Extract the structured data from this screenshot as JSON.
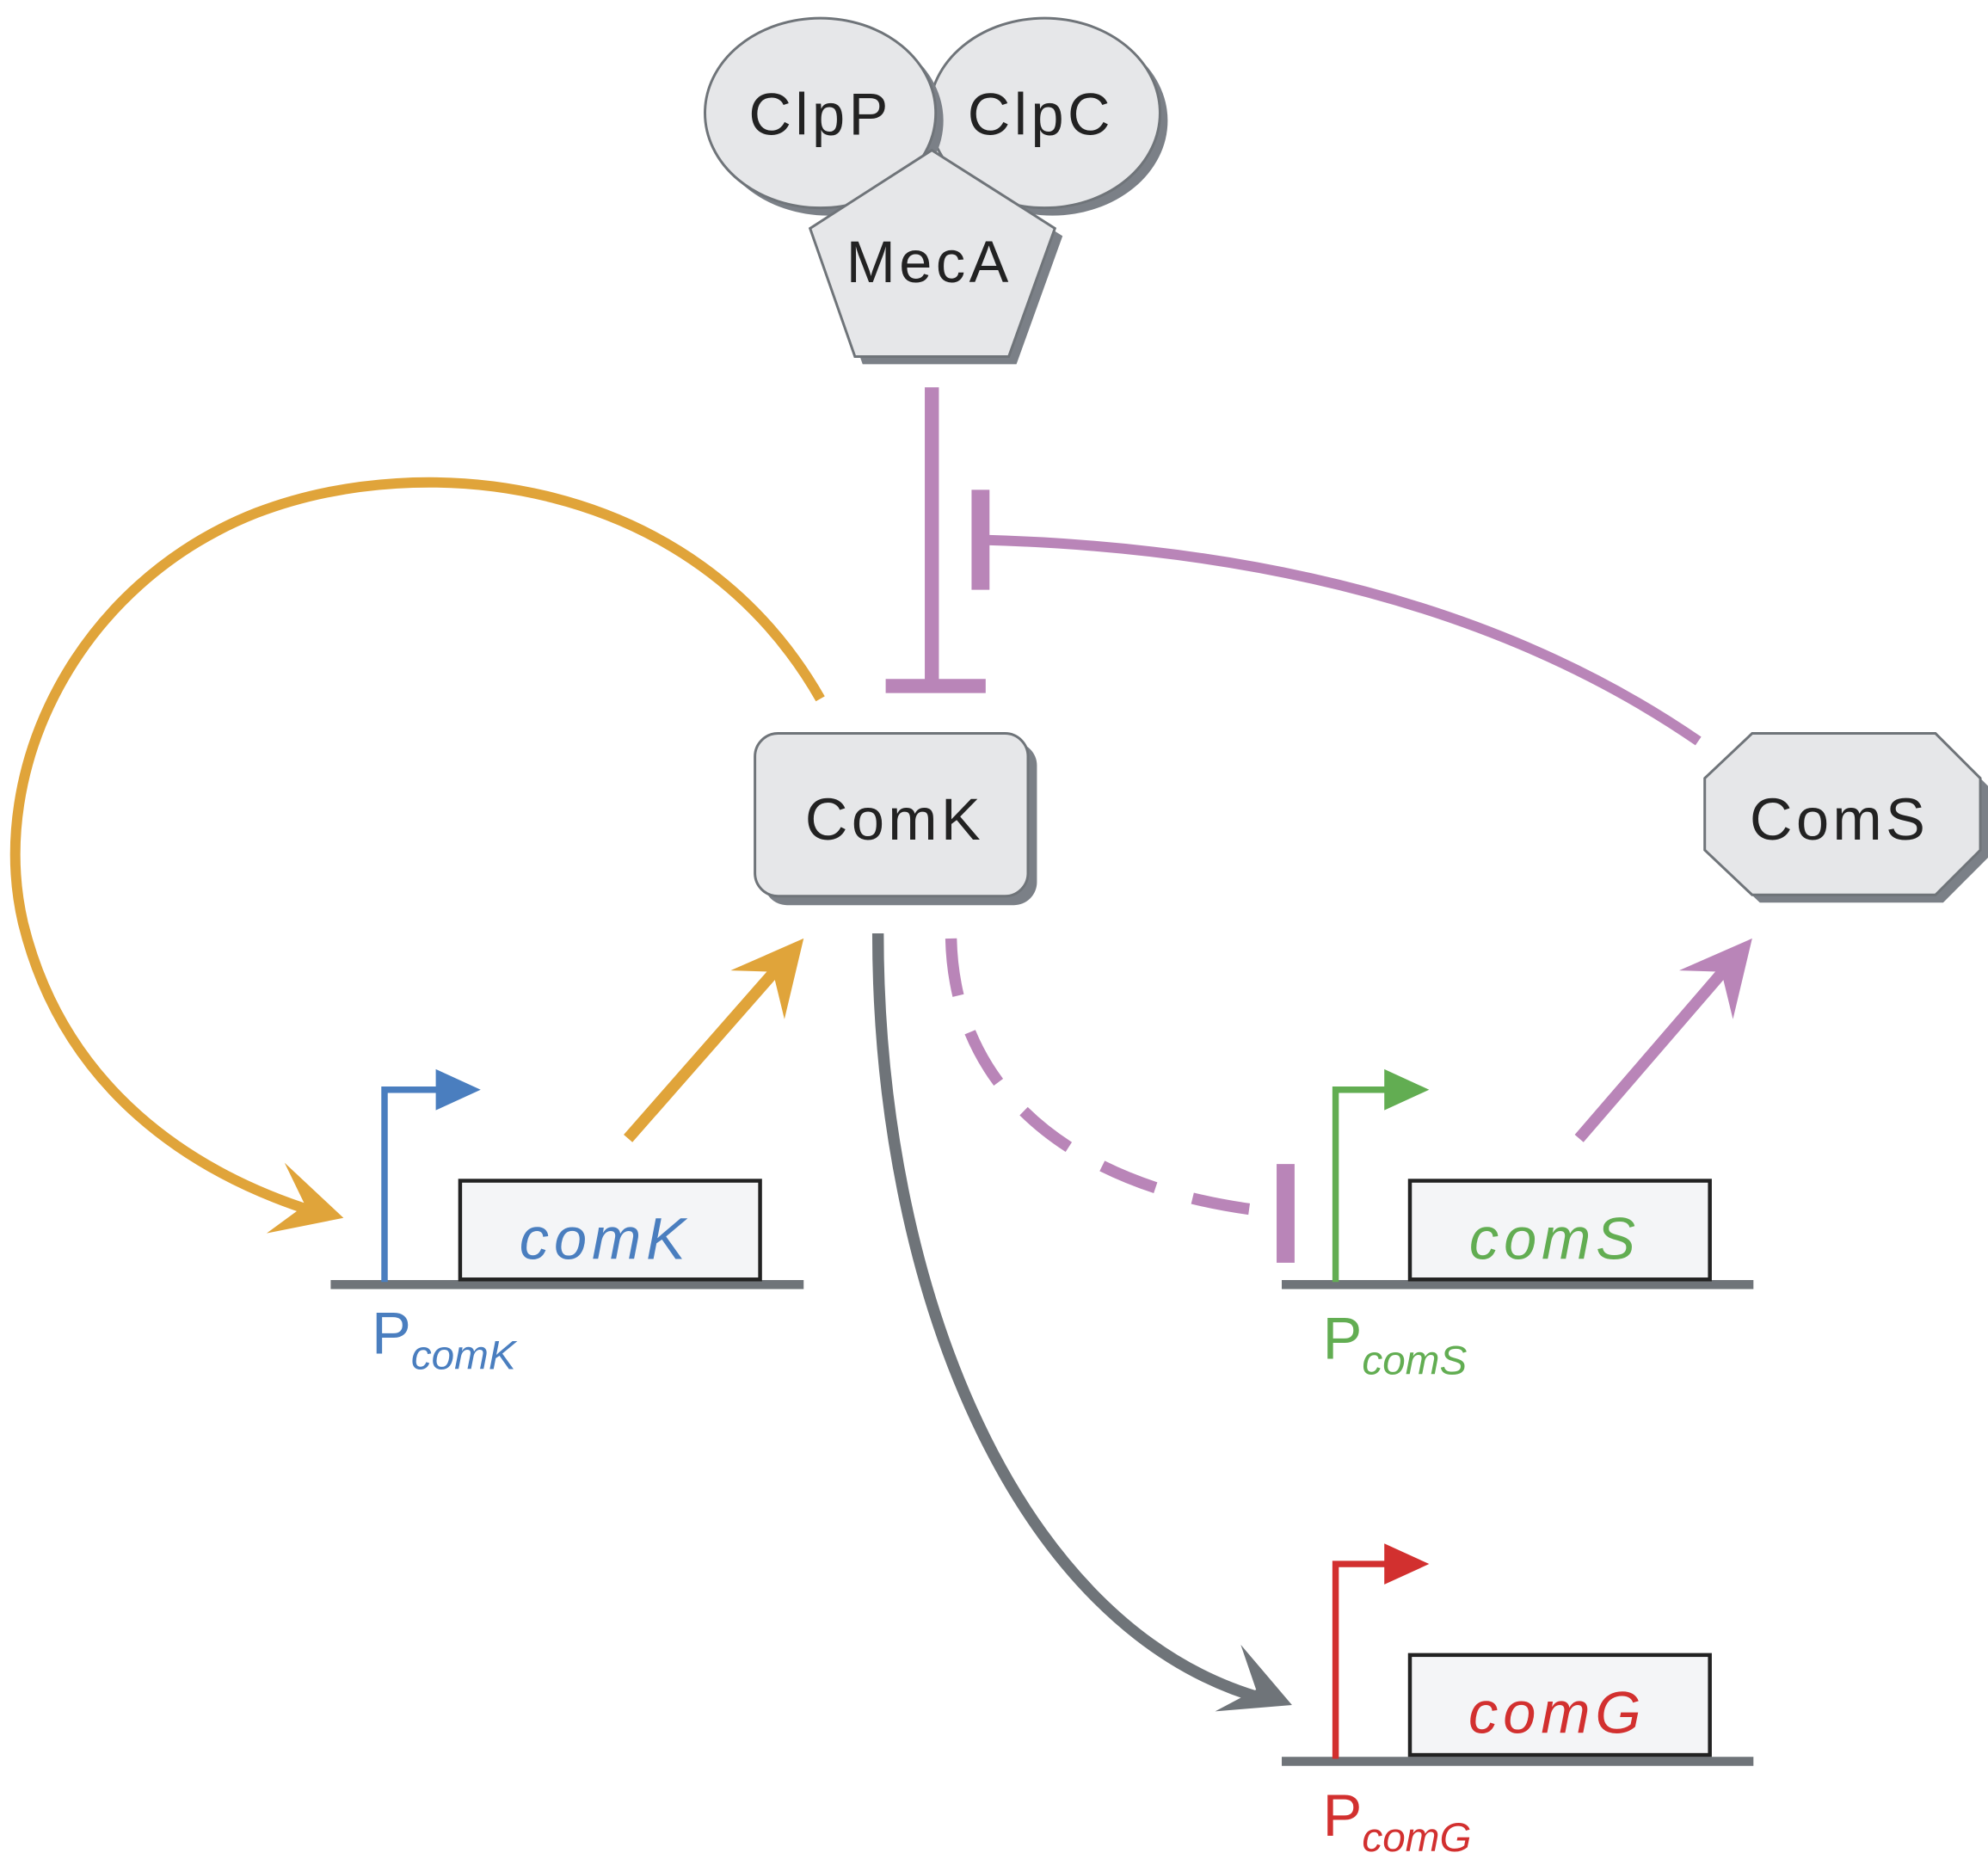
{
  "nodes": {
    "clpp": "ClpP",
    "clpc": "ClpC",
    "meca": "MecA",
    "comk_protein": "ComK",
    "coms_protein": "ComS"
  },
  "genes": [
    {
      "name": "comK",
      "promoter_prefix": "P",
      "promoter_sub": "comK",
      "color": "#4a7ebf"
    },
    {
      "name": "comS",
      "promoter_prefix": "P",
      "promoter_sub": "comS",
      "color": "#62ad52"
    },
    {
      "name": "comG",
      "promoter_prefix": "P",
      "promoter_sub": "comG",
      "color": "#d2302f"
    }
  ],
  "colors": {
    "activation_comk": "#e0a43a",
    "repression": "#b985b8",
    "activation_comg": "#6f7479",
    "node_fill": "#e6e7e9",
    "shadow": "#7b8087"
  }
}
